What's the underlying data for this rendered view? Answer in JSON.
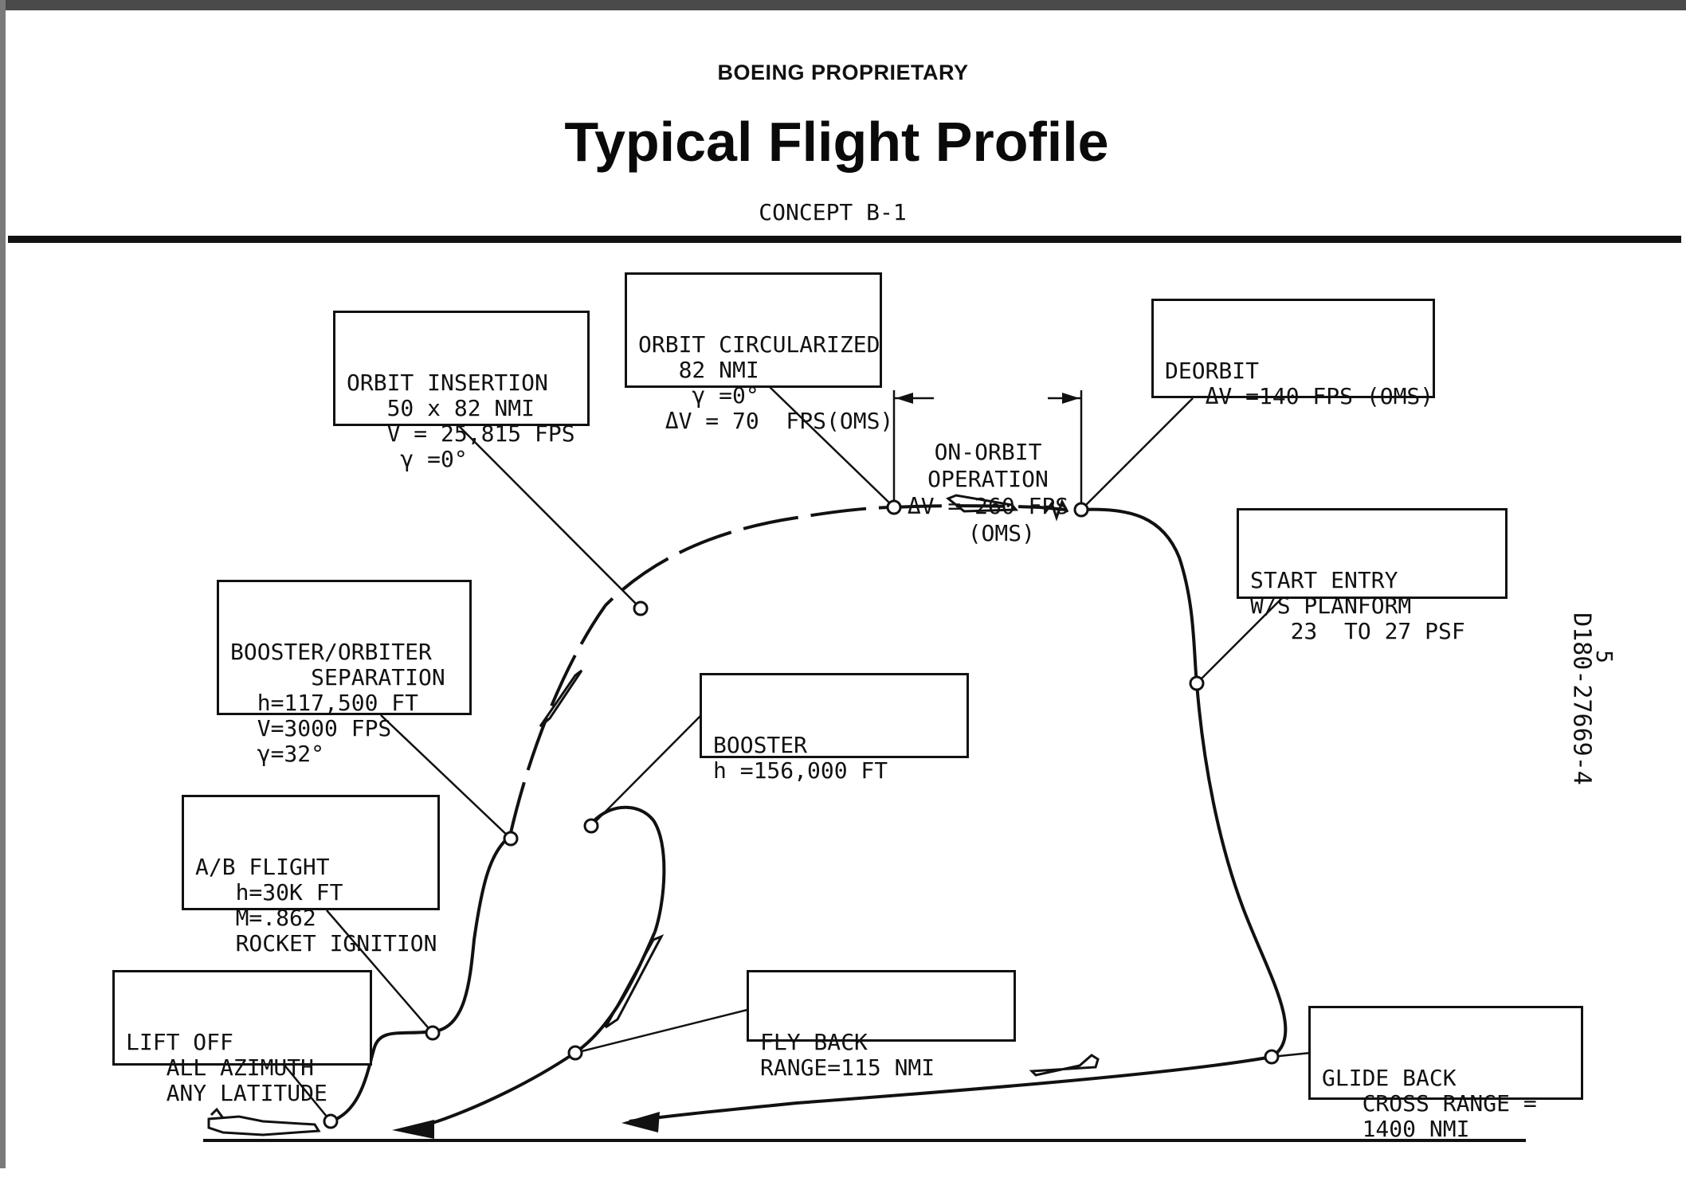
{
  "header": {
    "proprietary": "BOEING PROPRIETARY",
    "title": "Typical Flight Profile",
    "concept": "CONCEPT B-1"
  },
  "side_code": "D180-27669-4",
  "page_number": "5",
  "boxes": {
    "orbit_insertion": [
      "ORBIT INSERTION",
      "   50 x 82 NMI",
      "   V = 25,815 FPS",
      "    γ =0°"
    ],
    "orbit_circularized": [
      "ORBIT CIRCULARIZED",
      "   82 NMI",
      "    γ =0°",
      "  ΔV = 70  FPS(OMS)"
    ],
    "deorbit": [
      "DEORBIT",
      "   ΔV =140 FPS (OMS)"
    ],
    "start_entry": [
      "START ENTRY",
      "W/S PLANFORM",
      "   23  TO 27 PSF"
    ],
    "booster_orbiter_separation": [
      "BOOSTER/ORBITER",
      "      SEPARATION",
      "  h=117,500 FT",
      "  V=3000 FPS",
      "  γ=32°"
    ],
    "booster": [
      "BOOSTER",
      "h =156,000 FT"
    ],
    "ab_flight": [
      "A/B FLIGHT",
      "   h=30K FT",
      "   M=.862",
      "   ROCKET IGNITION"
    ],
    "lift_off": [
      "LIFT OFF",
      "   ALL AZIMUTH",
      "   ANY LATITUDE"
    ],
    "fly_back": [
      "FLY BACK",
      "RANGE=115 NMI"
    ],
    "glide_back": [
      "GLIDE BACK",
      "   CROSS RANGE =",
      "   1400 NMI"
    ]
  },
  "on_orbit": [
    "ON-ORBIT",
    "OPERATION",
    "ΔV = 260 FPS",
    "  (OMS)"
  ]
}
